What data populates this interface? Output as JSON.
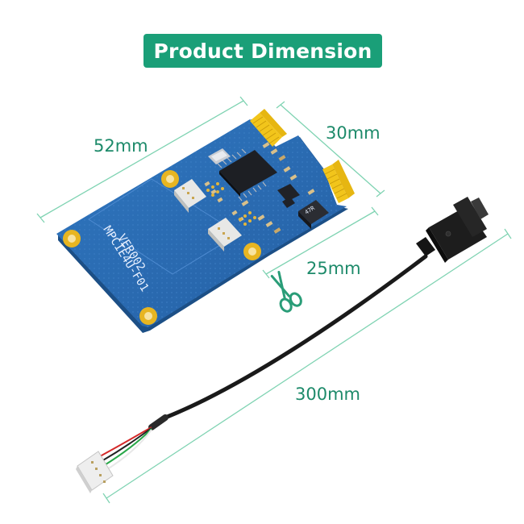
{
  "banner": {
    "title": "Product Dimension",
    "color": "#1a9f78"
  },
  "dimensions": {
    "board_length": "52mm",
    "board_width": "30mm",
    "cut_length": "25mm",
    "cable_length": "300mm",
    "line_color": "#7fd3b2",
    "text_color": "#1d8a6a"
  },
  "board": {
    "model_label": "MPCIE4U-F01",
    "version_label": "VER002",
    "color": "#2c6eb5",
    "contact_color": "#f2c51b"
  },
  "icons": {
    "scissors": "scissors-icon",
    "usb_female_connector": "usb-connector-icon",
    "wire_connector": "header-connector-icon"
  }
}
